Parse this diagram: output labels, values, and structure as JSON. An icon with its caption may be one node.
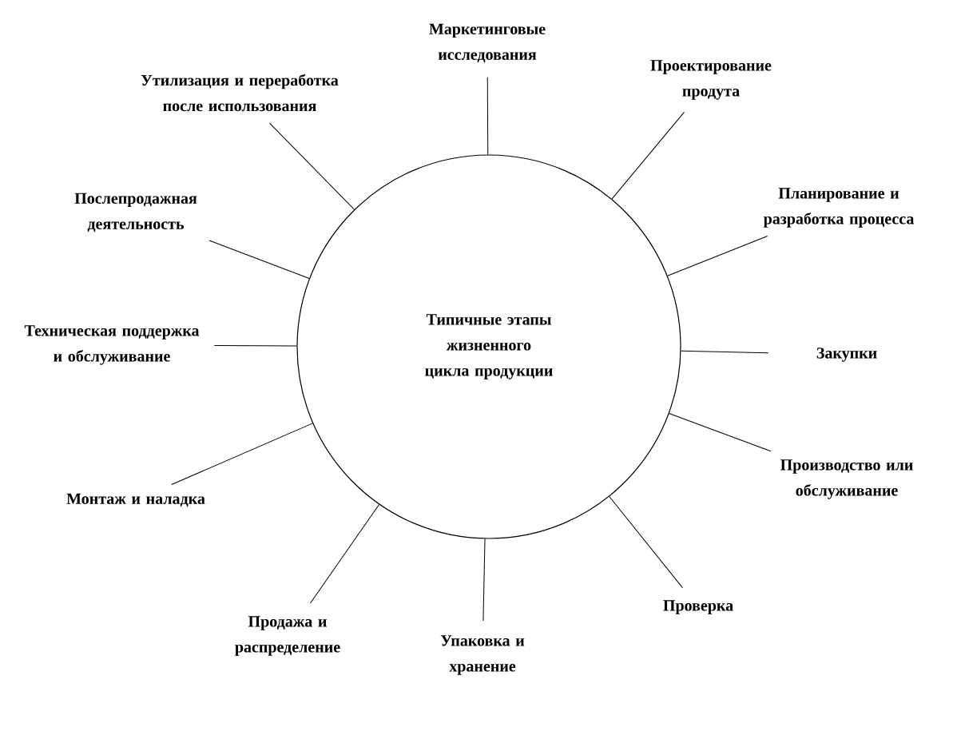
{
  "diagram": {
    "nodes": [
      {
        "text": [
          "Типичные этапы жизненного цикла продукции"
        ]
      },
      {
        "text": [
          "Маркетинговые исследования"
        ]
      },
      {
        "text": [
          "Проектирование продута"
        ]
      },
      {
        "text": [
          "Планирование и разработка процесса"
        ]
      },
      {
        "text": [
          "Закупки"
        ]
      },
      {
        "text": [
          "Производство или обслуживание"
        ]
      },
      {
        "text": [
          "Проверка"
        ]
      },
      {
        "text": [
          "Упаковка и хранение"
        ]
      },
      {
        "text": [
          "Продажа и распределение"
        ]
      },
      {
        "text": [
          "Монтаж и наладка"
        ]
      },
      {
        "text": [
          "Техническая поддержка и обслуживание"
        ]
      },
      {
        "text": [
          "Послепродажная деятельность"
        ]
      },
      {
        "text": [
          "Утилизация и переработка после использования"
        ]
      }
    ],
    "edges": [
      {
        "from": 0,
        "to": 1,
        "arrow": "none"
      },
      {
        "from": 0,
        "to": 2,
        "arrow": "none"
      },
      {
        "from": 0,
        "to": 3,
        "arrow": "none"
      },
      {
        "from": 0,
        "to": 4,
        "arrow": "none"
      },
      {
        "from": 0,
        "to": 5,
        "arrow": "none"
      },
      {
        "from": 0,
        "to": 6,
        "arrow": "none"
      },
      {
        "from": 0,
        "to": 7,
        "arrow": "none"
      },
      {
        "from": 0,
        "to": 8,
        "arrow": "none"
      },
      {
        "from": 0,
        "to": 9,
        "arrow": "none"
      },
      {
        "from": 0,
        "to": 10,
        "arrow": "none"
      },
      {
        "from": 0,
        "to": 11,
        "arrow": "none"
      },
      {
        "from": 0,
        "to": 12,
        "arrow": "none"
      }
    ]
  }
}
